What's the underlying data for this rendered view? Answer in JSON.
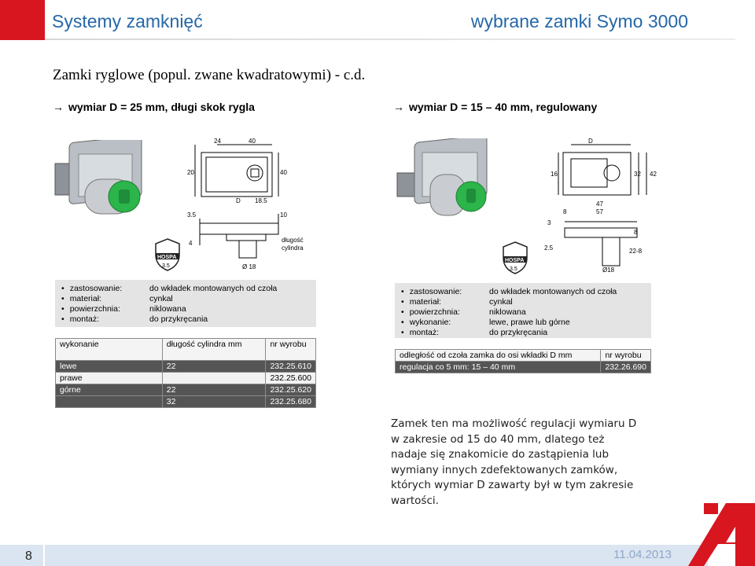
{
  "header": {
    "left_title": "Systemy zamknięć",
    "right_title": "wybrane zamki Symo 3000"
  },
  "subtitle": "Zamki ryglowe (popul. zwane kwadratowymi)  - c.d.",
  "left": {
    "heading": "wymiar D = 25 mm, długi skok rygla",
    "dims": {
      "d1": "24",
      "d2": "40",
      "d3": "20",
      "d4": "40",
      "d5": "D",
      "d6": "18.5",
      "d7": "3.5",
      "d8": "10",
      "d9": "4",
      "d10": "Ø 18",
      "note1": "długość",
      "note2": "cylindra"
    },
    "badge": {
      "brand": "HOSPA",
      "value": "3.5"
    },
    "spec": [
      {
        "k": "zastosowanie:",
        "v": "do wkładek montowanych od czoła"
      },
      {
        "k": "materiał:",
        "v": "cynkal"
      },
      {
        "k": "powierzchnia:",
        "v": "niklowana"
      },
      {
        "k": "montaż:",
        "v": "do przykręcania"
      }
    ],
    "table": {
      "headers": [
        "wykonanie",
        "długość cylindra mm",
        "nr wyrobu"
      ],
      "rows": [
        [
          "lewe",
          "22",
          "232.25.610"
        ],
        [
          "prawe",
          "",
          "232.25.600"
        ],
        [
          "górne",
          "22",
          "232.25.620"
        ],
        [
          "",
          "32",
          "232.25.680"
        ]
      ]
    }
  },
  "right": {
    "heading": "wymiar D = 15 – 40 mm, regulowany",
    "dims": {
      "d1": "D",
      "d2": "16",
      "d3": "32",
      "d4": "42",
      "d5": "47",
      "d6": "57",
      "d7": "8",
      "d8": "3",
      "d9": "2.5",
      "d10": "8",
      "d11": "22-8",
      "d12": "Ø18"
    },
    "badge": {
      "brand": "HOSPA",
      "value": "3.5"
    },
    "spec": [
      {
        "k": "zastosowanie:",
        "v": "do wkładek montowanych od czoła"
      },
      {
        "k": "materiał:",
        "v": "cynkal"
      },
      {
        "k": "powierzchnia:",
        "v": "niklowana"
      },
      {
        "k": "wykonanie:",
        "v": "lewe, prawe lub górne"
      },
      {
        "k": "montaż:",
        "v": "do przykręcania"
      }
    ],
    "table": {
      "headers": [
        "odległość od czoła zamka do osi wkładki D mm",
        "nr wyrobu"
      ],
      "rows": [
        [
          "regulacja co 5 mm: 15 – 40 mm",
          "232.26.690"
        ]
      ]
    }
  },
  "description": "Zamek ten ma możliwość regulacji wymiaru D w zakresie od 15 do 40 mm, dlatego też nadaje się znakomicie do zastąpienia lub wymiany innych zdefektowanych zamków, których wymiar D zawarty był w tym zakresie wartości.",
  "footer": {
    "page": "8",
    "date": "11.04.2013"
  },
  "colors": {
    "red": "#d7161f",
    "blue": "#2467a8",
    "green": "#2bb54a"
  }
}
